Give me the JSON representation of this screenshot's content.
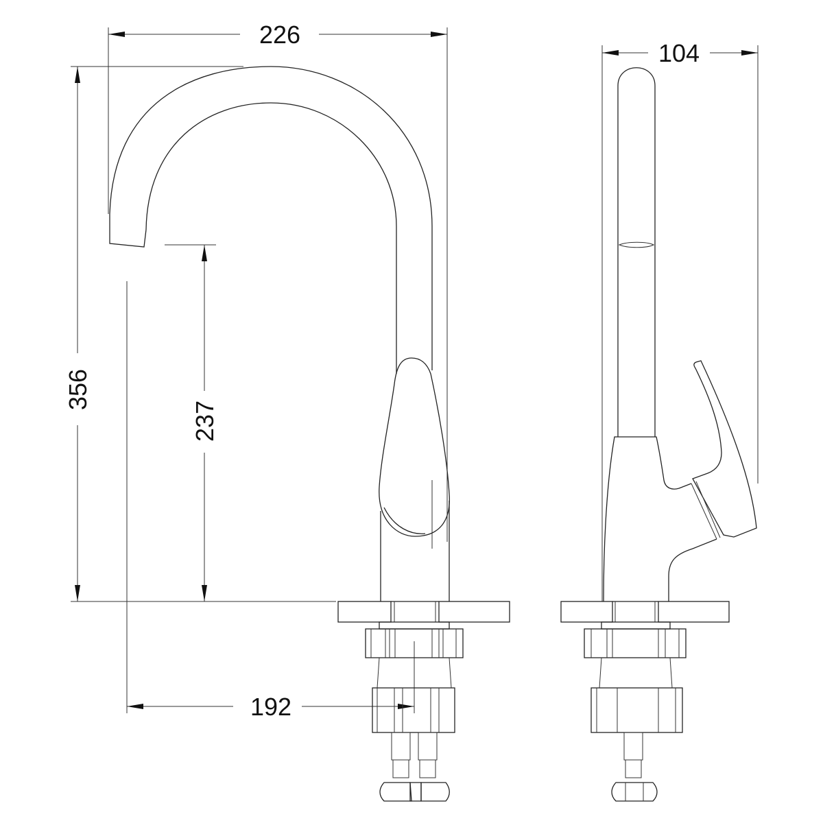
{
  "dimensions": {
    "total_reach": "226",
    "total_height": "356",
    "spout_clearance": "237",
    "spout_projection": "192",
    "side_depth": "104"
  },
  "colors": {
    "line": "#222222",
    "background": "#ffffff"
  }
}
